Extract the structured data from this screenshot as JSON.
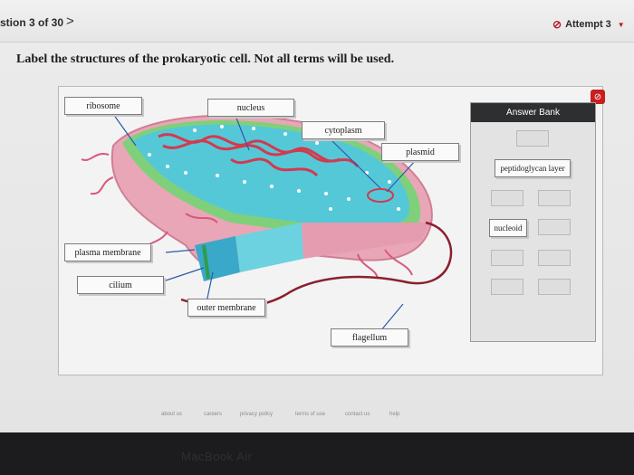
{
  "header": {
    "question_counter": "stion 3 of 30",
    "next_symbol": ">",
    "attempt_label": "Attempt 3",
    "attempt_icon": "⊘",
    "attempt_caret": "▼"
  },
  "instructions": "Label the structures of the prokaryotic cell. Not all terms will be used.",
  "diagram_labels": {
    "ribosome": "ribosome",
    "nucleus": "nucleus",
    "cytoplasm": "cytoplasm",
    "plasmid": "plasmid",
    "plasma_membrane": "plasma membrane",
    "cilium": "cilium",
    "outer_membrane": "outer membrane",
    "flagellum": "flagellum"
  },
  "answer_bank": {
    "title": "Answer Bank",
    "terms": [
      "peptidoglycan layer",
      "nucleoid"
    ],
    "remove_icon": "⊘"
  },
  "footer": {
    "links": [
      "about us",
      "careers",
      "privacy policy",
      "terms of use",
      "contact us",
      "help"
    ]
  },
  "device_label": "MacBook Air",
  "colors": {
    "accent_red": "#b51c2b",
    "bank_header": "#2e2f31",
    "cell_wall_pink": "#e79aab",
    "cytoplasm_cyan": "#4bc6d6"
  }
}
